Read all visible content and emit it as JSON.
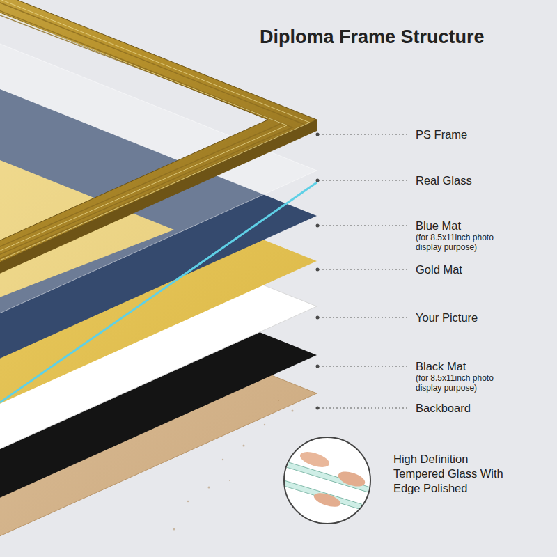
{
  "diagram": {
    "title": "Diploma Frame Structure",
    "labels": [
      "PS Frame",
      "Real Glass",
      "Blue Mat",
      "(for 8.5x11inch photo display purpose)",
      "Gold Mat",
      "Your Picture",
      "Black Mat",
      "(for 8.5x11inch photo display purpose)",
      "Backboard",
      "High Definition Tempered Glass With Edge Polished"
    ]
  }
}
